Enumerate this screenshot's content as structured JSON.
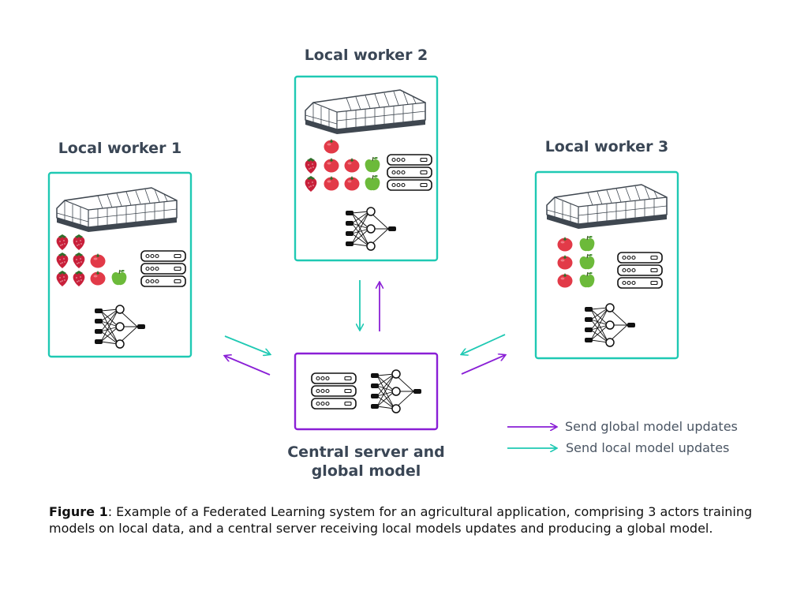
{
  "workers": [
    {
      "title": "Local worker 1"
    },
    {
      "title": "Local worker 2"
    },
    {
      "title": "Local worker 3"
    }
  ],
  "server": {
    "title_line1": "Central server and",
    "title_line2": "global model"
  },
  "legend": {
    "global": {
      "label": "Send global model updates",
      "color": "#8a1fd6"
    },
    "local": {
      "label": "Send local model updates",
      "color": "#1fc9b3"
    }
  },
  "caption": {
    "bold": "Figure 1",
    "text": ": Example of a Federated Learning system for an agricultural application, comprising 3 actors training models on local data, and a central server receiving local models updates and producing a global model."
  },
  "colors": {
    "worker_border": "#1fc9b3",
    "server_border": "#8a1fd6",
    "strawberry": "#c8203a",
    "tomato": "#e23a48",
    "apple": "#6cba3a",
    "greenhouse": "#3f4750"
  },
  "icons": [
    "greenhouse-icon",
    "strawberry-icon",
    "tomato-icon",
    "apple-icon",
    "server-rack-icon",
    "neural-network-icon"
  ]
}
